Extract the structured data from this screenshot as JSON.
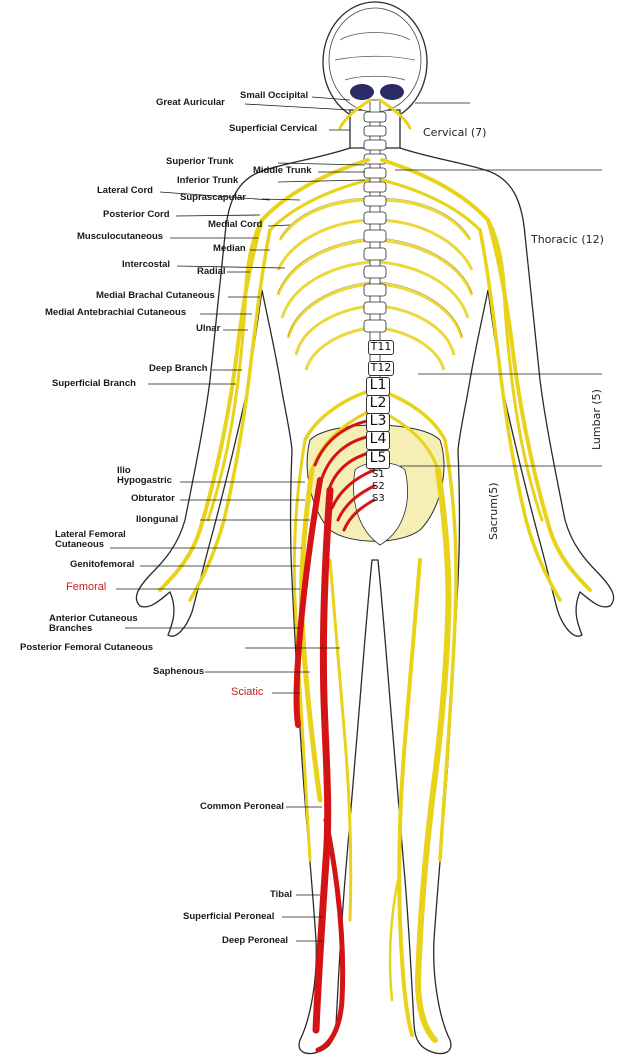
{
  "colors": {
    "nerve": "#e8d21a",
    "nerve_dark": "#b9a10c",
    "sciatic": "#d41414",
    "outline": "#2a2a2a",
    "highlight_label": "#c81e1e"
  },
  "nerve_labels": {
    "great_auricular": "Great Auricular",
    "small_occipital": "Small Occipital",
    "superficial_cervical": "Superficial Cervical",
    "superior_trunk": "Superior Trunk",
    "middle_trunk": "Middle Trunk",
    "inferior_trunk": "Inferior Trunk",
    "lateral_cord": "Lateral Cord",
    "suprascapular": "Suprascapular",
    "posterior_cord": "Posterior Cord",
    "medial_cord": "Medial Cord",
    "musculocutaneous": "Musculocutaneous",
    "median": "Median",
    "intercostal": "Intercostal",
    "radial": "Radial",
    "medial_brachial_cutaneous": "Medial Brachal Cutaneous",
    "medial_antebrachial_cutaneous": "Medial Antebrachial Cutaneous",
    "ulnar": "Ulnar",
    "deep_branch": "Deep Branch",
    "superficial_branch": "Superficial Branch",
    "ilio_hypogastric": "Ilio\nHypogastric",
    "obturator": "Obturator",
    "ilionguinal": "Ilongunal",
    "lateral_femoral_cutaneous": "Lateral Femoral\nCutaneous",
    "genitofemoral": "Genitofemoral",
    "femoral": "Femoral",
    "anterior_cutaneous_branches": "Anterior Cutaneous\nBranches",
    "posterior_femoral_cutaneous": "Posterior Femoral Cutaneous",
    "saphenous": "Saphenous",
    "sciatic": "Sciatic",
    "common_peroneal": "Common Peroneal",
    "tibal": "Tibal",
    "superficial_peroneal": "Superficial Peroneal",
    "deep_peroneal": "Deep Peroneal"
  },
  "regions": {
    "cervical": "Cervical (7)",
    "thoracic": "Thoracic (12)",
    "lumbar": "Lumbar (5)",
    "sacrum": "Sacrum(5)"
  },
  "vertebrae": {
    "t11": "T11",
    "t12": "T12",
    "l1": "L1",
    "l2": "L2",
    "l3": "L3",
    "l4": "L4",
    "l5": "L5",
    "s1": "S1",
    "s2": "S2",
    "s3": "S3"
  }
}
